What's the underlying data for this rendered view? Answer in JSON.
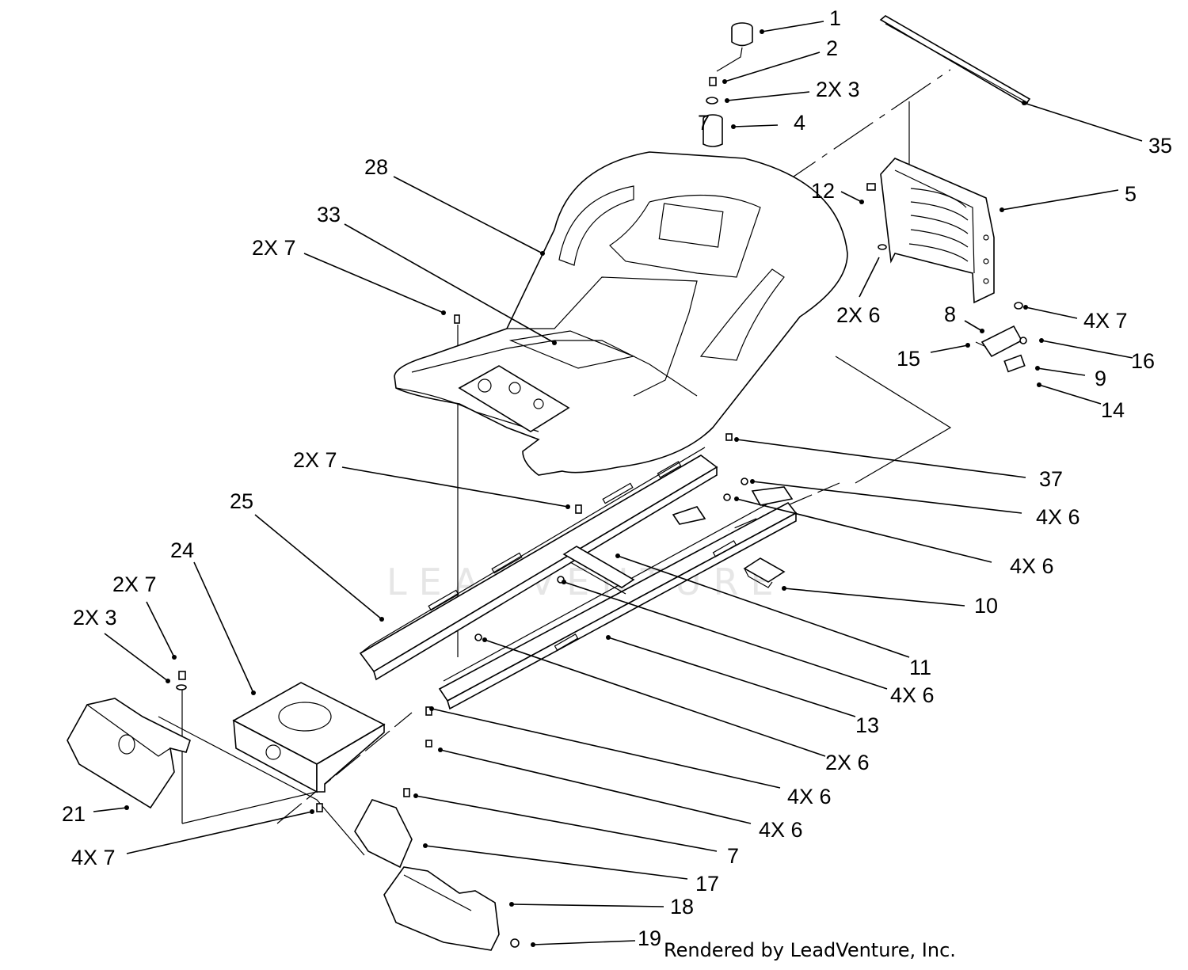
{
  "diagram": {
    "footer": "Rendered by LeadVenture, Inc.",
    "watermark": "LEADVENTURE",
    "callouts": [
      {
        "id": "c1",
        "text": "1"
      },
      {
        "id": "c2",
        "text": "2"
      },
      {
        "id": "c3",
        "text": "2X 3"
      },
      {
        "id": "c4",
        "text": "4"
      },
      {
        "id": "c35",
        "text": "35"
      },
      {
        "id": "c28",
        "text": "28"
      },
      {
        "id": "c12",
        "text": "12"
      },
      {
        "id": "c5",
        "text": "5"
      },
      {
        "id": "c33",
        "text": "33"
      },
      {
        "id": "c7a",
        "text": "2X 7"
      },
      {
        "id": "c6a",
        "text": "2X 6"
      },
      {
        "id": "c7b",
        "text": "4X 7"
      },
      {
        "id": "c8",
        "text": "8"
      },
      {
        "id": "c15",
        "text": "15"
      },
      {
        "id": "c16",
        "text": "16"
      },
      {
        "id": "c9",
        "text": "9"
      },
      {
        "id": "c14",
        "text": "14"
      },
      {
        "id": "c7c",
        "text": "2X 7"
      },
      {
        "id": "c37",
        "text": "37"
      },
      {
        "id": "c25",
        "text": "25"
      },
      {
        "id": "c6b",
        "text": "4X 6"
      },
      {
        "id": "c24",
        "text": "24"
      },
      {
        "id": "c6c",
        "text": "4X 6"
      },
      {
        "id": "c7d",
        "text": "2X 7"
      },
      {
        "id": "c10",
        "text": "10"
      },
      {
        "id": "c3b",
        "text": "2X 3"
      },
      {
        "id": "c11",
        "text": "11"
      },
      {
        "id": "c6d",
        "text": "4X 6"
      },
      {
        "id": "c13",
        "text": "13"
      },
      {
        "id": "c6e",
        "text": "2X 6"
      },
      {
        "id": "c6f",
        "text": "4X 6"
      },
      {
        "id": "c21",
        "text": "21"
      },
      {
        "id": "c6g",
        "text": "4X 6"
      },
      {
        "id": "c7e",
        "text": "4X 7"
      },
      {
        "id": "c7f",
        "text": "7"
      },
      {
        "id": "c17",
        "text": "17"
      },
      {
        "id": "c18",
        "text": "18"
      },
      {
        "id": "c19",
        "text": "19"
      },
      {
        "id": "c7g",
        "text": "7"
      }
    ]
  }
}
